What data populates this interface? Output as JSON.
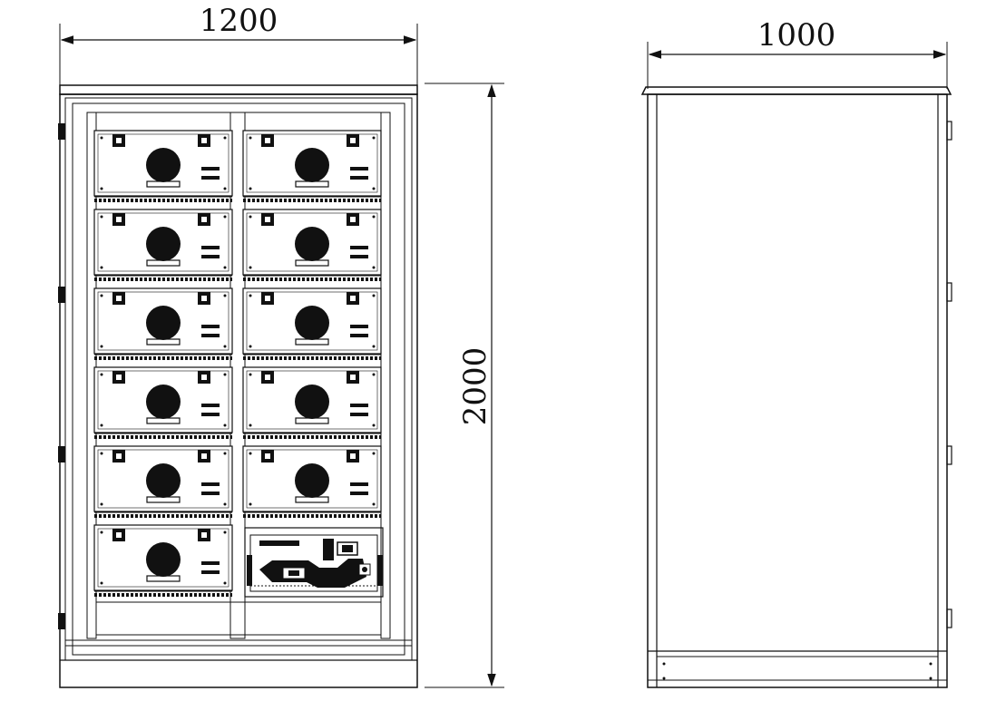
{
  "dimensions": {
    "front_width": "1200",
    "side_width": "1000",
    "height": "2000"
  },
  "front_view": {
    "battery_modules": 11,
    "control_units": 1,
    "columns": 2,
    "rows": 6
  },
  "colors": {
    "line": "#111111",
    "fill": "#ffffff",
    "dark": "#0a0a0a"
  }
}
